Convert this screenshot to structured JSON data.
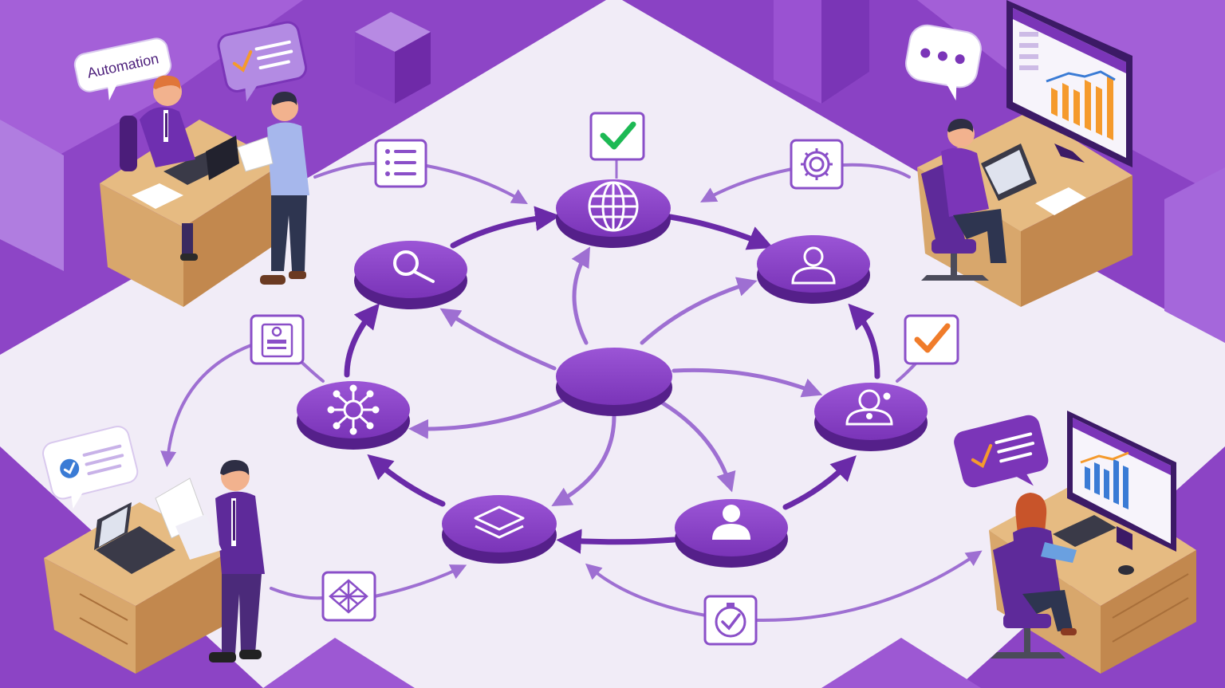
{
  "bubble_automation": "Automation",
  "colors": {
    "purple": "#7b35b8",
    "purple_dark": "#4b1d7a",
    "purple_light": "#a071d6",
    "arrow": "#9e6fd2",
    "canvas": "#f1ecf7",
    "desk": "#d8a76c",
    "check_green": "#1db954",
    "check_orange": "#f07c2a",
    "chart_orange": "#f59a2c",
    "chart_blue": "#3a7bd5"
  },
  "nodes": [
    {
      "id": "hub",
      "icon": "none"
    },
    {
      "id": "globe",
      "icon": "globe-icon"
    },
    {
      "id": "search",
      "icon": "search-icon"
    },
    {
      "id": "user-top",
      "icon": "user-icon"
    },
    {
      "id": "network",
      "icon": "network-icon"
    },
    {
      "id": "support",
      "icon": "support-agent-icon"
    },
    {
      "id": "layers",
      "icon": "layers-icon"
    },
    {
      "id": "user-bottom",
      "icon": "user-icon"
    }
  ],
  "floating_icons": [
    "checklist-icon",
    "checkmark-box-icon",
    "gear-icon",
    "id-card-icon",
    "checkmark-box-icon",
    "pattern-icon",
    "clock-check-icon"
  ]
}
